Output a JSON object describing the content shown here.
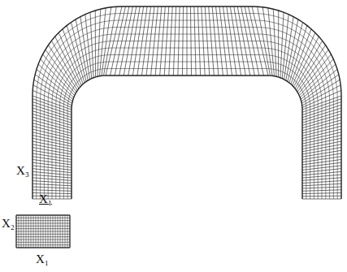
{
  "diagram": {
    "labels": [
      "X₃",
      "X₁",
      "X₂",
      "X₁"
    ]
  }
}
